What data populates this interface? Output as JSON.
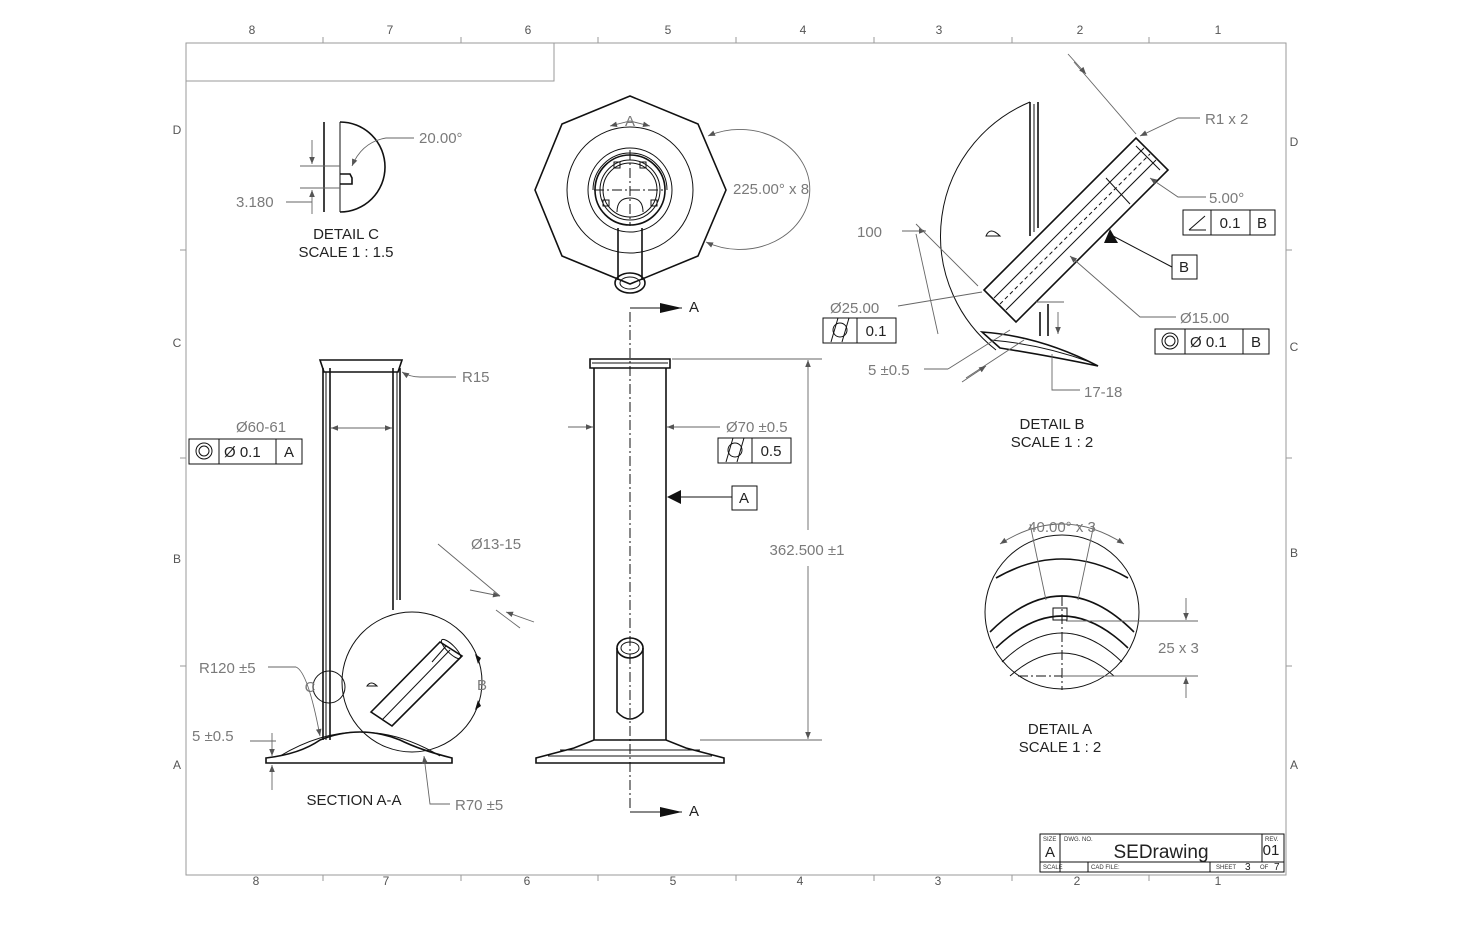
{
  "zones": {
    "columns": [
      "8",
      "7",
      "6",
      "5",
      "4",
      "3",
      "2",
      "1"
    ],
    "rows": [
      "D",
      "C",
      "B",
      "A"
    ]
  },
  "detail_c": {
    "angle": "20.00°",
    "depth": "3.180",
    "title": "DETAIL C",
    "scale": "SCALE 1 : 1.5"
  },
  "top_view": {
    "section_letter": "A",
    "pattern": "225.00° x 8"
  },
  "section_aa": {
    "radius_lip": "R15",
    "diameter": "Ø60-61",
    "fcf": {
      "symbol": "concentricity-icon",
      "tol": "Ø 0.1",
      "datum": "A"
    },
    "branch_diameter": "Ø13-15",
    "base_radius": "R120 ±5",
    "base_height": "5 ±0.5",
    "foot_radius": "R70 ±5",
    "title": "SECTION A-A",
    "detail_c_callout": "C",
    "detail_b_callout": "B"
  },
  "front_view": {
    "diameter": "Ø70 ±0.5",
    "fcf": {
      "symbol": "cylindricity-icon",
      "tol": "0.5"
    },
    "datum": "A",
    "height": "362.500 ±1",
    "cut_label_top": "A",
    "cut_label_bottom": "A"
  },
  "detail_b": {
    "radius": "R1 x 2",
    "angle": "5.00°",
    "fcf_angle": {
      "symbol": "angularity-icon",
      "tol": "0.1",
      "datum": "B"
    },
    "datum": "B",
    "len": "100",
    "dia25": "Ø25.00",
    "fcf_cyl": {
      "symbol": "cylindricity-icon",
      "tol": "0.1"
    },
    "dia15": "Ø15.00",
    "fcf_conc": {
      "symbol": "concentricity-icon",
      "tol": "Ø 0.1",
      "datum": "B"
    },
    "height": "5 ±0.5",
    "range": "17-18",
    "title": "DETAIL B",
    "scale": "SCALE 1 : 2"
  },
  "detail_a": {
    "angle": "40.00° x 3",
    "notch": "25 x 3",
    "title": "DETAIL A",
    "scale": "SCALE 1 : 2"
  },
  "title_block": {
    "size_label": "SIZE",
    "size": "A",
    "dwg_label": "DWG. NO.",
    "dwg_no": "SEDrawing",
    "rev_label": "REV.",
    "rev": "01",
    "scale_label": "SCALE",
    "cad_label": "CAD FILE:",
    "sheet_label": "SHEET",
    "sheet": "3",
    "of_label": "OF",
    "sheets_total": "7"
  }
}
